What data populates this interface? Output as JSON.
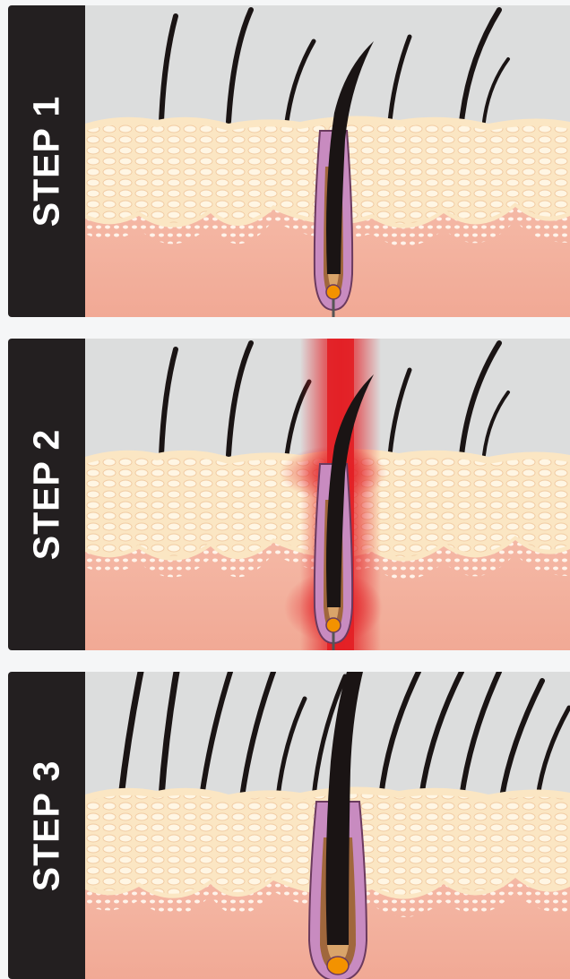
{
  "steps": [
    {
      "label": "STEP 1"
    },
    {
      "label": "STEP 2"
    },
    {
      "label": "STEP 3"
    }
  ],
  "colors": {
    "label_bg": "#231f20",
    "label_text": "#ffffff",
    "air": "#dcdddd",
    "epidermis": "#fbe6c3",
    "dermis": "#f4b7a4",
    "hair": "#1a1414",
    "follicle": "#c88bc0",
    "bulb": "#f39200",
    "laser": "#e31e24"
  }
}
